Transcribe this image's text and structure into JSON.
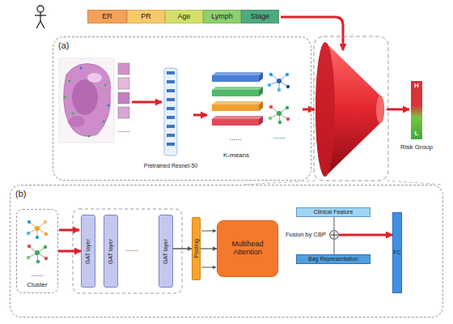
{
  "diagram": {
    "nodes": [
      {
        "text": [
          "ER"
        ]
      },
      {
        "text": [
          "PR"
        ]
      },
      {
        "text": [
          "Age"
        ]
      },
      {
        "text": [
          "Lymph"
        ]
      },
      {
        "text": [
          "Stage"
        ]
      },
      {
        "text": [
          "(a)"
        ]
      },
      {
        "text": [
          "Pretrained Resnet-50"
        ],
        "in": 5
      },
      {
        "text": [
          "K-means"
        ],
        "in": 5
      },
      {
        "text": [
          "H",
          "L",
          "Risk Group"
        ]
      },
      {
        "text": [
          "(b)"
        ]
      },
      {
        "text": [
          "Cluster"
        ],
        "in": 9
      },
      {
        "text": [
          "GAT layer"
        ],
        "in": 9
      },
      {
        "text": [
          "GAT layer"
        ],
        "in": 9
      },
      {
        "text": [
          "GAT layer"
        ],
        "in": 9
      },
      {
        "text": [
          "Pooling"
        ],
        "in": 9
      },
      {
        "text": [
          "Multihead Attention"
        ],
        "in": 9
      },
      {
        "text": [
          "Clinical Feature"
        ],
        "in": 9
      },
      {
        "text": [
          "Fusion by CBP"
        ],
        "in": 9
      },
      {
        "text": [
          "Bag Representation"
        ],
        "in": 9
      },
      {
        "text": [
          "FC"
        ],
        "in": 9
      }
    ],
    "edges": [
      {
        "from": 6,
        "to": 7,
        "arrow": "to"
      },
      {
        "from": 10,
        "to": 11,
        "arrow": "to"
      },
      {
        "from": 13,
        "to": 14,
        "arrow": "to"
      },
      {
        "from": 14,
        "to": 15,
        "arrow": "to"
      },
      {
        "from": 16,
        "to": 17,
        "arrow": "none"
      },
      {
        "from": 18,
        "to": 17,
        "arrow": "none"
      },
      {
        "from": 17,
        "to": 19,
        "arrow": "to"
      }
    ],
    "labels": [
      "......",
      "......",
      "......",
      "......",
      "......"
    ]
  }
}
